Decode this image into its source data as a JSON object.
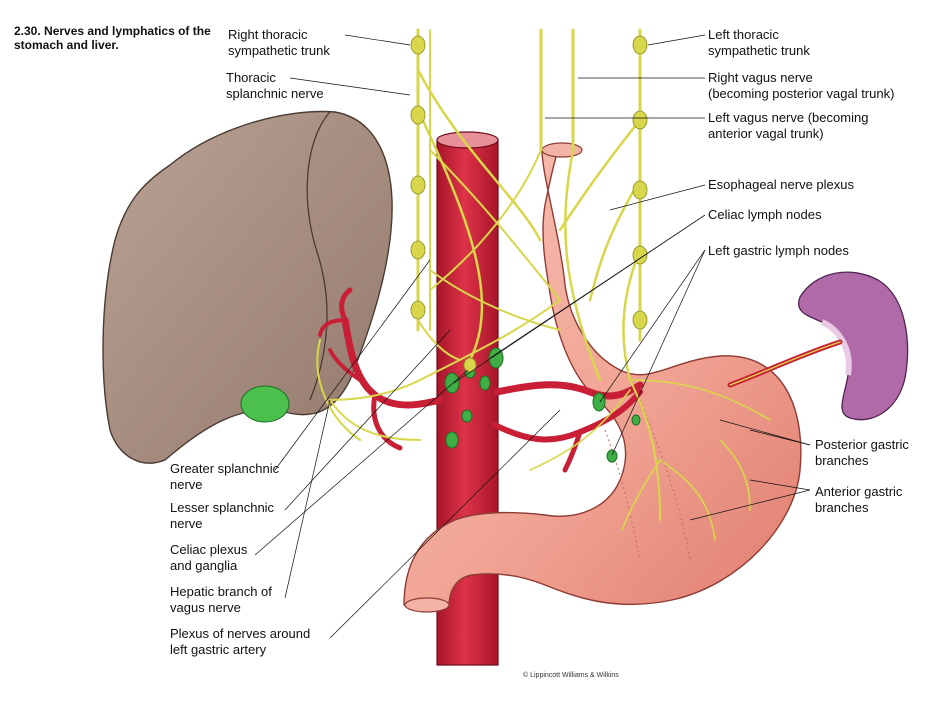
{
  "figure": {
    "title": "2.30. Nerves and lymphatics of\nthe stomach and liver.",
    "copyright": "© Lippincott Williams & Wilkins"
  },
  "labels": {
    "right_thoracic_trunk": "Right thoracic\nsympathetic trunk",
    "thoracic_splanchnic": "Thoracic\nsplanchnic nerve",
    "left_thoracic_trunk": "Left thoracic\nsympathetic trunk",
    "right_vagus": "Right vagus nerve\n(becoming posterior vagal trunk)",
    "left_vagus": "Left vagus nerve (becoming\nanterior vagal trunk)",
    "esophageal_plexus": "Esophageal nerve plexus",
    "celiac_nodes": "Celiac lymph nodes",
    "left_gastric_nodes": "Left gastric lymph nodes",
    "posterior_gastric": "Posterior gastric\nbranches",
    "anterior_gastric": "Anterior gastric\nbranches",
    "greater_splanchnic": "Greater splanchnic\nnerve",
    "lesser_splanchnic": "Lesser splanchnic\nnerve",
    "celiac_plexus": "Celiac plexus\nand ganglia",
    "hepatic_branch": "Hepatic branch of\nvagus nerve",
    "plexus_left_gastric": "Plexus of nerves around\nleft gastric artery"
  },
  "colors": {
    "nerve": "#d8d64a",
    "nerve_outline": "#8a8a1c",
    "aorta": "#cf2238",
    "liver": "#a38b7e",
    "stomach": "#f1a494",
    "spleen": "#b06aa8",
    "lymph_node": "#3fae45"
  }
}
